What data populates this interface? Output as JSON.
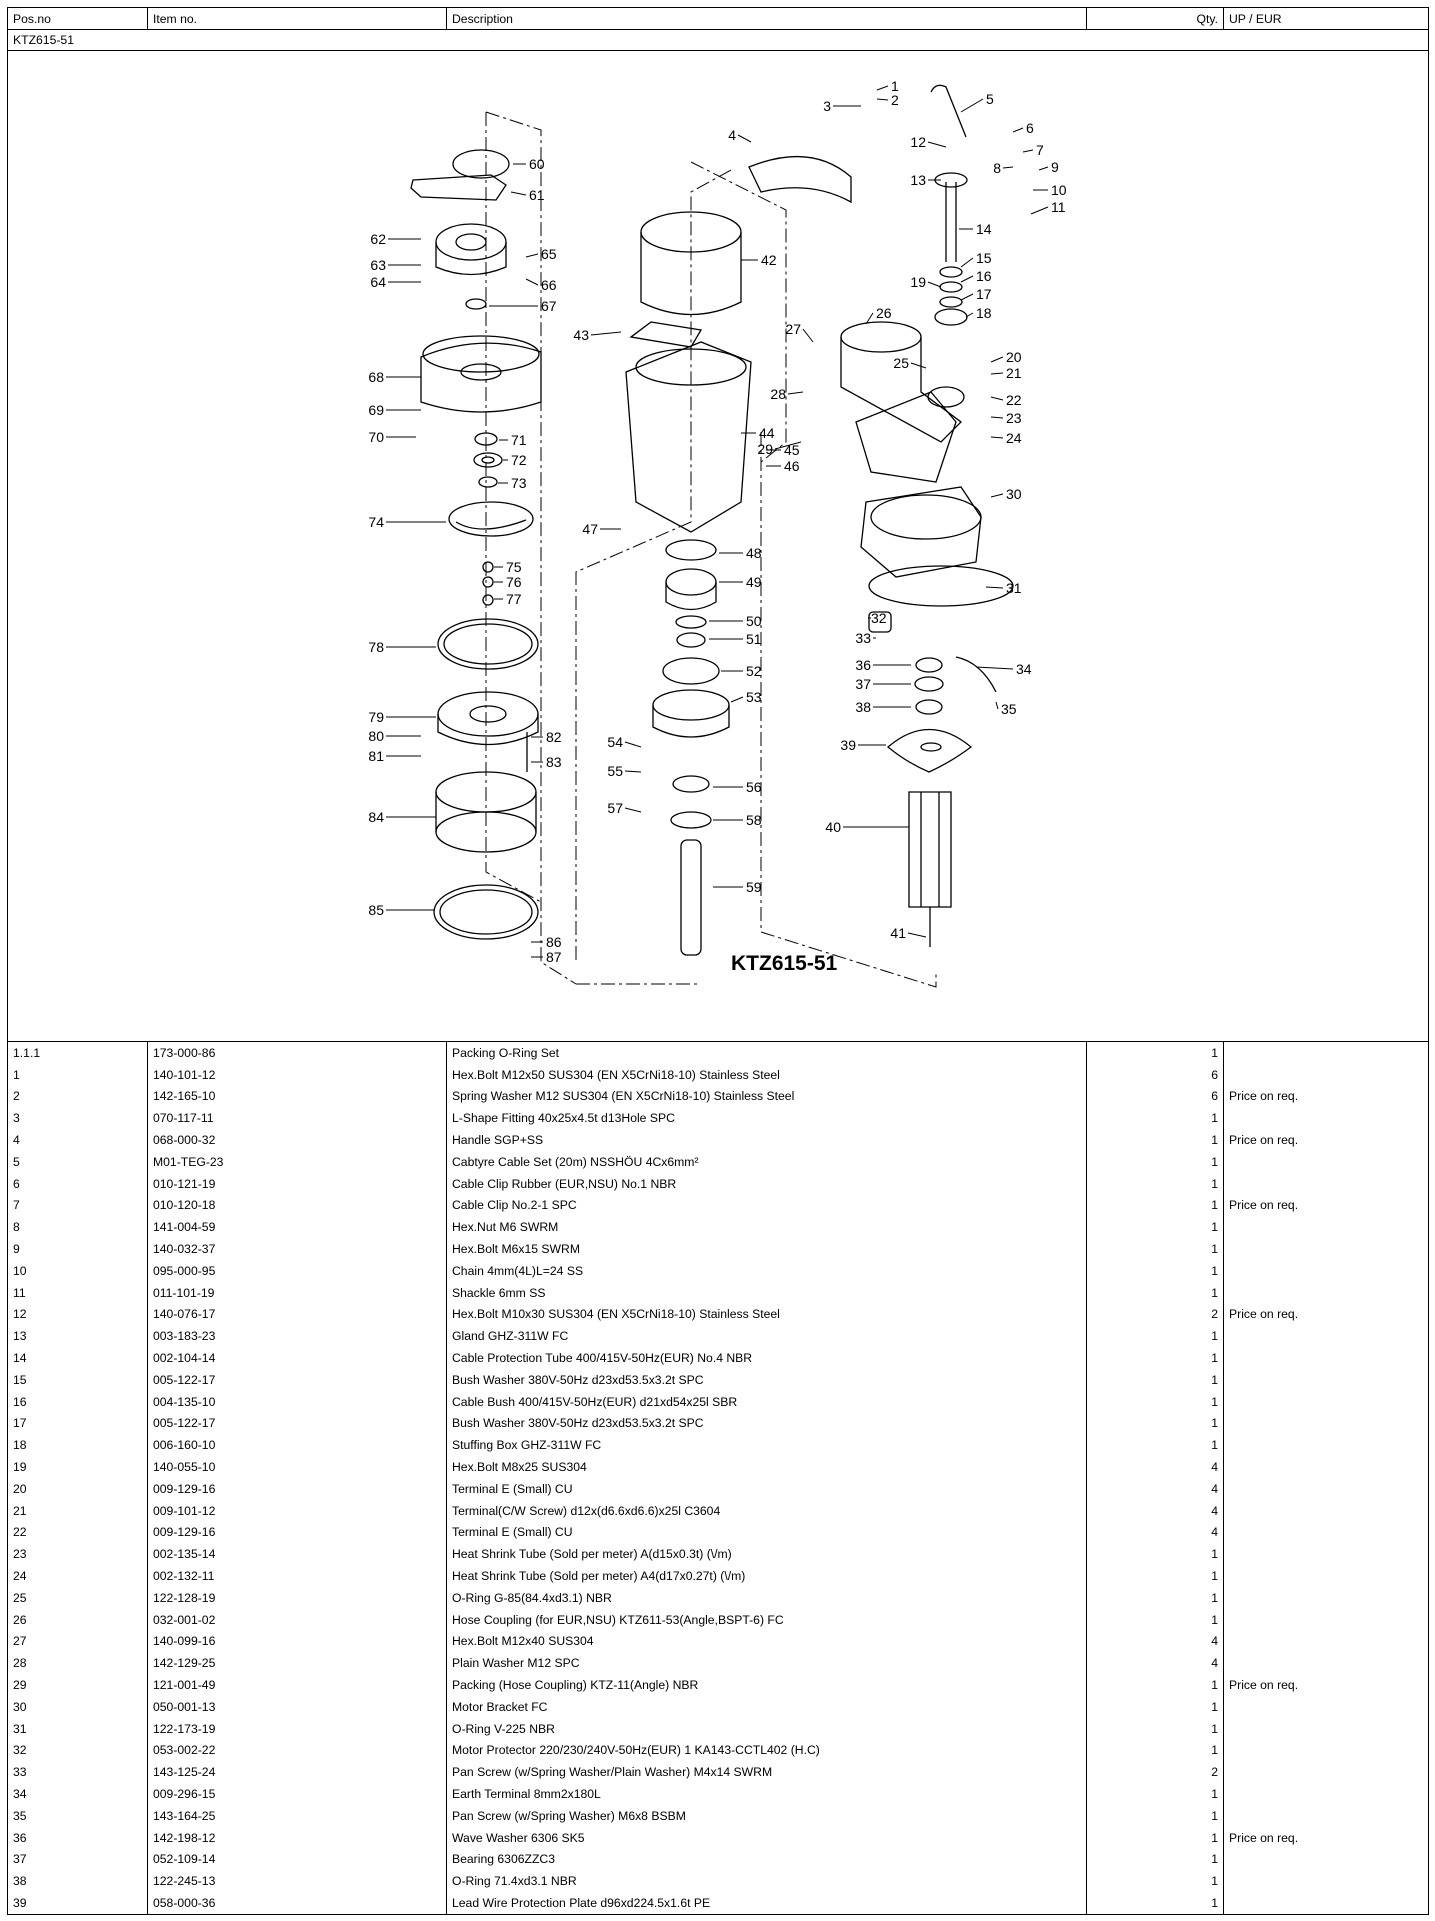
{
  "headers": {
    "pos": "Pos.no",
    "item": "Item no.",
    "desc": "Description",
    "qty": "Qty.",
    "price": "UP / EUR"
  },
  "model": "KTZ615-51",
  "diagram": {
    "title": "KTZ615-51",
    "callouts": [
      "1",
      "2",
      "3",
      "4",
      "5",
      "6",
      "7",
      "8",
      "9",
      "10",
      "11",
      "12",
      "13",
      "14",
      "15",
      "16",
      "17",
      "18",
      "19",
      "20",
      "21",
      "22",
      "23",
      "24",
      "25",
      "26",
      "27",
      "28",
      "29",
      "30",
      "31",
      "32",
      "33",
      "34",
      "35",
      "36",
      "37",
      "38",
      "39",
      "40",
      "41",
      "42",
      "43",
      "44",
      "45",
      "46",
      "47",
      "48",
      "49",
      "50",
      "51",
      "52",
      "53",
      "54",
      "55",
      "56",
      "57",
      "58",
      "59",
      "60",
      "61",
      "62",
      "63",
      "64",
      "65",
      "66",
      "67",
      "68",
      "69",
      "70",
      "71",
      "72",
      "73",
      "74",
      "75",
      "76",
      "77",
      "78",
      "79",
      "80",
      "81",
      "82",
      "83",
      "84",
      "85",
      "86",
      "87"
    ]
  },
  "rows": [
    {
      "pos": "1.1.1",
      "item": "173-000-86",
      "desc": "Packing O-Ring Set",
      "qty": "1",
      "price": ""
    },
    {
      "pos": "1",
      "item": "140-101-12",
      "desc": "Hex.Bolt M12x50 SUS304 (EN X5CrNi18-10) Stainless Steel",
      "qty": "6",
      "price": ""
    },
    {
      "pos": "2",
      "item": "142-165-10",
      "desc": "Spring Washer M12 SUS304 (EN X5CrNi18-10) Stainless Steel",
      "qty": "6",
      "price": "Price on req."
    },
    {
      "pos": "3",
      "item": "070-117-11",
      "desc": "L-Shape Fitting 40x25x4.5t d13Hole SPC",
      "qty": "1",
      "price": ""
    },
    {
      "pos": "4",
      "item": "068-000-32",
      "desc": "Handle  SGP+SS",
      "qty": "1",
      "price": "Price on req."
    },
    {
      "pos": "5",
      "item": "M01-TEG-23",
      "desc": "Cabtyre Cable Set (20m) NSSHÖU 4Cx6mm²",
      "qty": "1",
      "price": ""
    },
    {
      "pos": "6",
      "item": "010-121-19",
      "desc": "Cable Clip Rubber (EUR,NSU) No.1 NBR",
      "qty": "1",
      "price": ""
    },
    {
      "pos": "7",
      "item": "010-120-18",
      "desc": "Cable Clip No.2-1 SPC",
      "qty": "1",
      "price": "Price on req."
    },
    {
      "pos": "8",
      "item": "141-004-59",
      "desc": "Hex.Nut M6 SWRM",
      "qty": "1",
      "price": ""
    },
    {
      "pos": "9",
      "item": "140-032-37",
      "desc": "Hex.Bolt M6x15 SWRM",
      "qty": "1",
      "price": ""
    },
    {
      "pos": "10",
      "item": "095-000-95",
      "desc": "Chain 4mm(4L)L=24 SS",
      "qty": "1",
      "price": ""
    },
    {
      "pos": "11",
      "item": "011-101-19",
      "desc": "Shackle 6mm SS",
      "qty": "1",
      "price": ""
    },
    {
      "pos": "12",
      "item": "140-076-17",
      "desc": "Hex.Bolt M10x30 SUS304 (EN X5CrNi18-10) Stainless Steel",
      "qty": "2",
      "price": "Price on req."
    },
    {
      "pos": "13",
      "item": "003-183-23",
      "desc": "Gland GHZ-311W FC",
      "qty": "1",
      "price": ""
    },
    {
      "pos": "14",
      "item": "002-104-14",
      "desc": "Cable Protection Tube 400/415V-50Hz(EUR) No.4 NBR",
      "qty": "1",
      "price": ""
    },
    {
      "pos": "15",
      "item": "005-122-17",
      "desc": "Bush Washer 380V-50Hz d23xd53.5x3.2t SPC",
      "qty": "1",
      "price": ""
    },
    {
      "pos": "16",
      "item": "004-135-10",
      "desc": "Cable Bush 400/415V-50Hz(EUR) d21xd54x25l SBR",
      "qty": "1",
      "price": ""
    },
    {
      "pos": "17",
      "item": "005-122-17",
      "desc": "Bush Washer 380V-50Hz d23xd53.5x3.2t SPC",
      "qty": "1",
      "price": ""
    },
    {
      "pos": "18",
      "item": "006-160-10",
      "desc": "Stuffing Box GHZ-311W FC",
      "qty": "1",
      "price": ""
    },
    {
      "pos": "19",
      "item": "140-055-10",
      "desc": "Hex.Bolt M8x25 SUS304",
      "qty": "4",
      "price": ""
    },
    {
      "pos": "20",
      "item": "009-129-16",
      "desc": "Terminal E (Small) CU",
      "qty": "4",
      "price": ""
    },
    {
      "pos": "21",
      "item": "009-101-12",
      "desc": "Terminal(C/W Screw)  d12x(d6.6xd6.6)x25l C3604",
      "qty": "4",
      "price": ""
    },
    {
      "pos": "22",
      "item": "009-129-16",
      "desc": "Terminal E (Small) CU",
      "qty": "4",
      "price": ""
    },
    {
      "pos": "23",
      "item": "002-135-14",
      "desc": "Heat Shrink Tube (Sold per meter) A(d15x0.3t) (\\/m)",
      "qty": "1",
      "price": ""
    },
    {
      "pos": "24",
      "item": "002-132-11",
      "desc": "Heat Shrink Tube (Sold per meter)  A4(d17x0.27t) (\\/m)",
      "qty": "1",
      "price": ""
    },
    {
      "pos": "25",
      "item": "122-128-19",
      "desc": "O-Ring G-85(84.4xd3.1) NBR",
      "qty": "1",
      "price": ""
    },
    {
      "pos": "26",
      "item": "032-001-02",
      "desc": "Hose Coupling (for EUR,NSU) KTZ611-53(Angle,BSPT-6) FC",
      "qty": "1",
      "price": ""
    },
    {
      "pos": "27",
      "item": "140-099-16",
      "desc": "Hex.Bolt M12x40 SUS304",
      "qty": "4",
      "price": ""
    },
    {
      "pos": "28",
      "item": "142-129-25",
      "desc": "Plain Washer M12 SPC",
      "qty": "4",
      "price": ""
    },
    {
      "pos": "29",
      "item": "121-001-49",
      "desc": "Packing (Hose Coupling) KTZ-11(Angle) NBR",
      "qty": "1",
      "price": "Price on req."
    },
    {
      "pos": "30",
      "item": "050-001-13",
      "desc": "Motor Bracket FC",
      "qty": "1",
      "price": ""
    },
    {
      "pos": "31",
      "item": "122-173-19",
      "desc": "O-Ring V-225 NBR",
      "qty": "1",
      "price": ""
    },
    {
      "pos": "32",
      "item": "053-002-22",
      "desc": "Motor Protector 220/230/240V-50Hz(EUR) 1 KA143-CCTL402 (H.C)",
      "qty": "1",
      "price": ""
    },
    {
      "pos": "33",
      "item": "143-125-24",
      "desc": "Pan Screw (w/Spring Washer/Plain Washer) M4x14 SWRM",
      "qty": "2",
      "price": ""
    },
    {
      "pos": "34",
      "item": "009-296-15",
      "desc": "Earth Terminal 8mm2x180L",
      "qty": "1",
      "price": ""
    },
    {
      "pos": "35",
      "item": "143-164-25",
      "desc": "Pan Screw (w/Spring Washer) M6x8 BSBM",
      "qty": "1",
      "price": ""
    },
    {
      "pos": "36",
      "item": "142-198-12",
      "desc": "Wave Washer 6306 SK5",
      "qty": "1",
      "price": "Price on req."
    },
    {
      "pos": "37",
      "item": "052-109-14",
      "desc": "Bearing 6306ZZC3",
      "qty": "1",
      "price": ""
    },
    {
      "pos": "38",
      "item": "122-245-13",
      "desc": "O-Ring 71.4xd3.1 NBR",
      "qty": "1",
      "price": ""
    },
    {
      "pos": "39",
      "item": "058-000-36",
      "desc": "Lead Wire Protection Plate d96xd224.5x1.6t PE",
      "qty": "1",
      "price": ""
    }
  ]
}
